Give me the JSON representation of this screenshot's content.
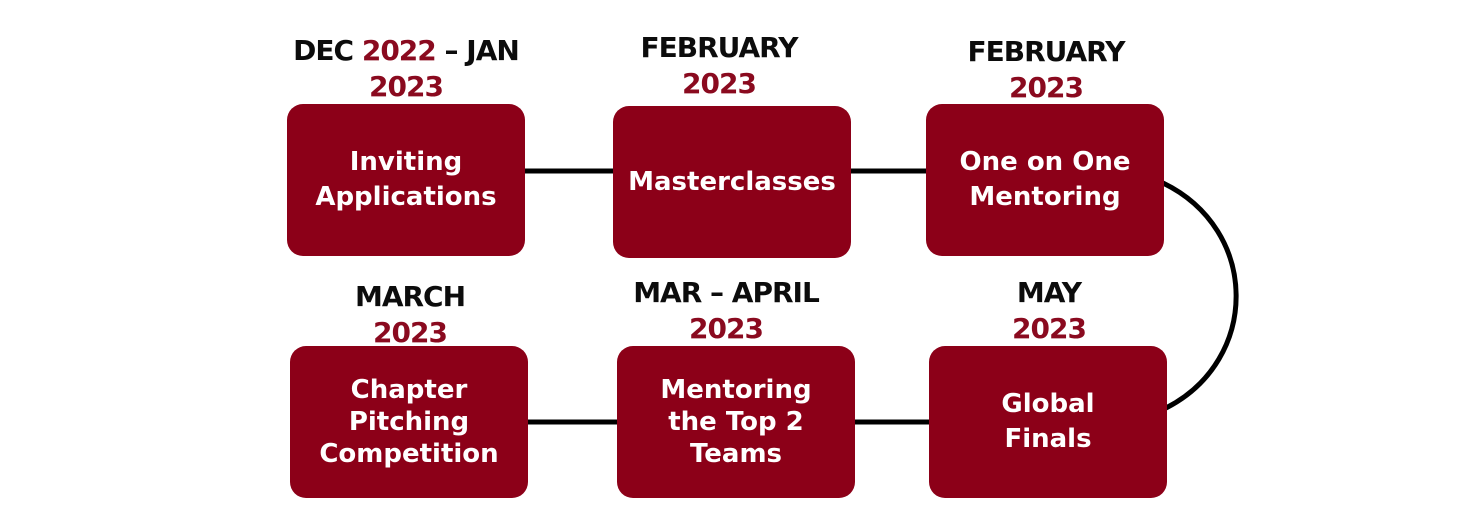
{
  "steps": [
    {
      "date_line1_pre": "DEC ",
      "date_line1_hl": "2022",
      "date_line1_post": " – JAN",
      "date_line2": "2023",
      "label_lines": [
        "Inviting",
        "Applications"
      ]
    },
    {
      "date_line1": "FEBRUARY",
      "date_line2": "2023",
      "label_lines": [
        "Masterclasses"
      ]
    },
    {
      "date_line1": "FEBRUARY",
      "date_line2": "2023",
      "label_lines": [
        "One on One",
        "Mentoring"
      ]
    },
    {
      "date_line1": "MARCH",
      "date_line2": "2023",
      "label_lines": [
        "Chapter",
        "Pitching",
        "Competition"
      ]
    },
    {
      "date_line1": "MAR – APRIL",
      "date_line2": "2023",
      "label_lines": [
        "Mentoring",
        "the Top 2",
        "Teams"
      ]
    },
    {
      "date_line1": "MAY",
      "date_line2": "2023",
      "label_lines": [
        "Global",
        "Finals"
      ]
    }
  ],
  "colors": {
    "box": "#8c0018",
    "year": "#8a0a1f",
    "text_dark": "#0c0c0c",
    "connector": "#000000"
  }
}
